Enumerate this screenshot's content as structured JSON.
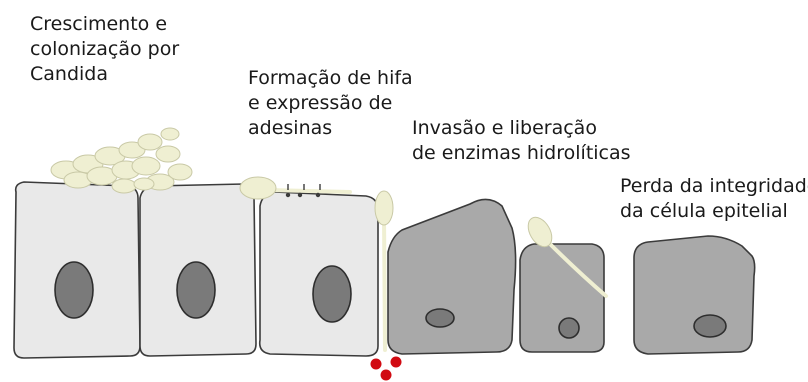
{
  "labels": {
    "stage1": [
      "Crescimento e",
      "colonização por",
      "Candida"
    ],
    "stage2": [
      "Formação de hifa",
      "e expressão de",
      "adesinas"
    ],
    "stage3": [
      "Invasão e liberação",
      "de enzimas hidrolíticas"
    ],
    "stage4": [
      "Perda da integridade",
      "da célula epitelial"
    ]
  },
  "colors": {
    "healthy_cell": "#e9e9e9",
    "damaged_cell": "#a9a9a9",
    "nucleus": "#7a7a7a",
    "fungus": "#efefd2",
    "fungus_outline": "#c9c9a6",
    "enzyme": "#d10a12",
    "outline": "#3b3b3b"
  }
}
